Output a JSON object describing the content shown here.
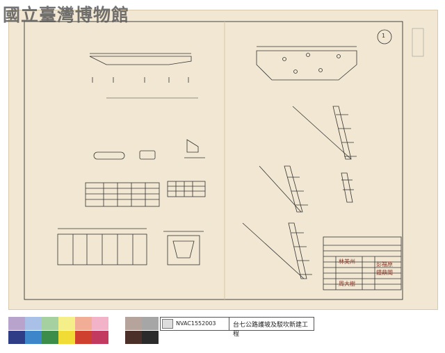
{
  "watermark": {
    "text": "國立臺灣博物館"
  },
  "drawing": {
    "sheet_number": "1",
    "signatures": [
      "林美州",
      "周大樹"
    ],
    "stamps": [
      "彭福原",
      "鍾鼎聞"
    ]
  },
  "catalog": {
    "id": "NVAC1552003",
    "title": "台七公路護坡及駁坎新建工程"
  },
  "swatches": [
    "#b8a3cc",
    "#a9c1e6",
    "#a5d0a0",
    "#f5ef8a",
    "#f2ad96",
    "#f2b3c8",
    "#ffffff",
    "#b6a39c",
    "#a6a6a6",
    "#2f3c86",
    "#3c86c9",
    "#3c8c4a",
    "#f0dc35",
    "#d0402f",
    "#c23a5f",
    "#ffffff",
    "#4a3028",
    "#2b2b2b"
  ]
}
